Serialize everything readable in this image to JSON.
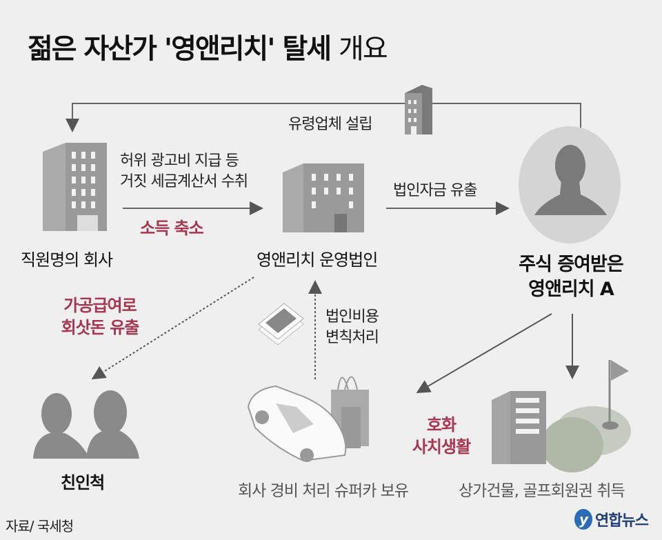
{
  "title": {
    "bold": "젊은 자산가 '영앤리치' 탈세",
    "light": "개요"
  },
  "top_arrow_label": "유령업체 설립",
  "company_label": "직원명의 회사",
  "arrow1_text": [
    "허위 광고비 지급 등",
    "거짓 세금계산서 수취"
  ],
  "arrow1_red": "소득 축소",
  "corp_label": "영앤리치 운영법인",
  "arrow2_text": "법인자금 유출",
  "person_label": [
    "주식 증여받은",
    "영앤리치 A"
  ],
  "relatives_red": [
    "가공급여로",
    "회삿돈 유출"
  ],
  "expense_text": [
    "법인비용",
    "변칙처리"
  ],
  "relatives_label": "친인척",
  "luxury_red": [
    "호화",
    "사치생활"
  ],
  "car_caption": "회사 경비 처리 슈퍼카 보유",
  "property_caption": "상가건물, 골프회원권 취득",
  "source": "자료/ 국세청",
  "logo_text": "연합뉴스",
  "colors": {
    "background": "#efefef",
    "accent_red": "#a8354f",
    "icon_grey": "#8a8a8a"
  }
}
